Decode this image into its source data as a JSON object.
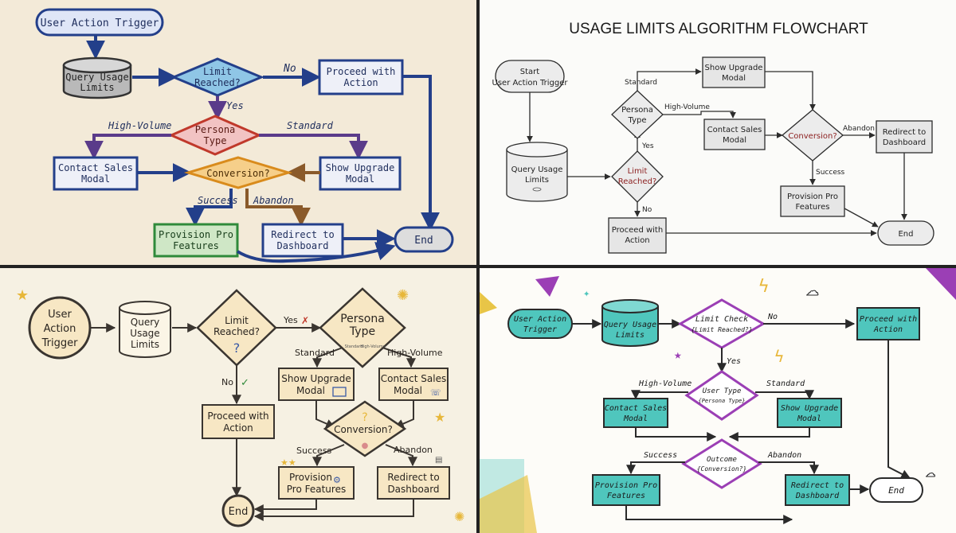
{
  "colors": {
    "q1_blue": "#233f8a",
    "q1_red": "#c0392b",
    "q1_orange": "#d98b1c",
    "q1_green": "#2f8a3a",
    "q1_brown": "#8a5a2a",
    "q2_dark": "#2c2c2c",
    "q2_box": "#e6e6e6",
    "q2_accent": "#8b1e1e",
    "q3_ink": "#3a3530",
    "q3_fill": "#f7e7c4",
    "q4_teal": "#4fc6bd",
    "q4_ink": "#2a2a2a",
    "q4_purple": "#9b3fb5"
  },
  "q1": {
    "start": "User Action Trigger",
    "query": [
      "Query Usage",
      "Limits"
    ],
    "limit": [
      "Limit",
      "Reached?"
    ],
    "proceed": [
      "Proceed with",
      "Action"
    ],
    "persona": [
      "Persona",
      "Type"
    ],
    "contact": [
      "Contact Sales",
      "Modal"
    ],
    "upgrade": [
      "Show Upgrade",
      "Modal"
    ],
    "conversion": "Conversion?",
    "provision": [
      "Provision Pro",
      "Features"
    ],
    "redirect": [
      "Redirect to",
      "Dashboard"
    ],
    "end": "End",
    "no": "No",
    "yes": "Yes",
    "high_volume": "High-Volume",
    "standard": "Standard",
    "success": "Success",
    "abandon": "Abandon"
  },
  "q2": {
    "title": "USAGE LIMITS ALGORITHM FLOWCHART",
    "start": [
      "Start",
      "User Action Trigger"
    ],
    "query": [
      "Query Usage",
      "Limits"
    ],
    "limit": [
      "Limit",
      "Reached?"
    ],
    "persona": [
      "Persona",
      "Type"
    ],
    "upgrade": [
      "Show Upgrade",
      "Modal"
    ],
    "contact": [
      "Contact Sales",
      "Modal"
    ],
    "conversion": "Conversion?",
    "redirect": [
      "Redirect to",
      "Dashboard"
    ],
    "provision": [
      "Provision Pro",
      "Features"
    ],
    "proceed": [
      "Proceed with",
      "Action"
    ],
    "end": "End",
    "standard": "Standard",
    "high_volume": "High-Volume",
    "yes": "Yes",
    "no": "No",
    "abandon": "Abandon",
    "success": "Success"
  },
  "q3": {
    "start": [
      "User",
      "Action",
      "Trigger"
    ],
    "query": [
      "Query",
      "Usage",
      "Limits"
    ],
    "limit": [
      "Limit",
      "Reached?"
    ],
    "yes": "Yes",
    "no": "No",
    "persona": [
      "Persona",
      "Type"
    ],
    "standard_small": "Standard",
    "high_volume_small": "High-Volume",
    "standard": "Standard",
    "high_volume": "High-Volume",
    "upgrade": [
      "Show Upgrade",
      "Modal"
    ],
    "contact": [
      "Contact Sales",
      "Modal"
    ],
    "proceed": [
      "Proceed with",
      "Action"
    ],
    "conversion": "Conversion?",
    "success": "Success",
    "abandon": "Abandon",
    "provision": [
      "Provision",
      "Pro Features"
    ],
    "redirect": [
      "Redirect to",
      "Dashboard"
    ],
    "end": "End"
  },
  "q4": {
    "start": [
      "User Action",
      "Trigger"
    ],
    "query": [
      "Query Usage",
      "Limits"
    ],
    "limit": [
      "Limit Check",
      "{Limit Reached?}"
    ],
    "no": "No",
    "proceed": [
      "Proceed with",
      "Action"
    ],
    "yes": "Yes",
    "persona": [
      "User Type",
      "{Persona Type}"
    ],
    "high_volume": "High-Volume",
    "standard": "Standard",
    "contact": [
      "Contact Sales",
      "Modal"
    ],
    "upgrade": [
      "Show Upgrade",
      "Modal"
    ],
    "outcome": [
      "Outcome",
      "{Conversion?}"
    ],
    "success": "Success",
    "abandon": "Abandon",
    "provision": [
      "Provision Pro",
      "Features"
    ],
    "redirect": [
      "Redirect to",
      "Dashboard"
    ],
    "end": "End"
  }
}
